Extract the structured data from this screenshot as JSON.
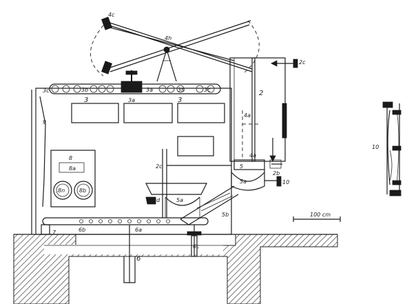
{
  "labels": {
    "l4c": "4c",
    "l4h": "4h",
    "l2c": "2c",
    "l3c": "3c",
    "l3b": "3b",
    "l3a_top": "3a",
    "l3h": "3h",
    "l3c_right": "3c",
    "l3_left": "3",
    "l3a_mid": "3a",
    "l3_right": "3",
    "l2": "2",
    "l4a2": "4a",
    "l9": "9",
    "l8": "8",
    "l8a": "8a",
    "l8n": "8n",
    "l8b": "8b",
    "l2c_mid": "2c",
    "l4a1": "4a",
    "l5": "5",
    "l2b": "2b",
    "l5a2": "5a",
    "l10": "10",
    "l2d": "2d",
    "l5a1": "5a",
    "l5b": "5b",
    "l6b": "6b",
    "l6a": "6a",
    "l7": "7",
    "l6": "6",
    "l6c": "6c",
    "scale": "100 cm",
    "detail_10": "10"
  }
}
